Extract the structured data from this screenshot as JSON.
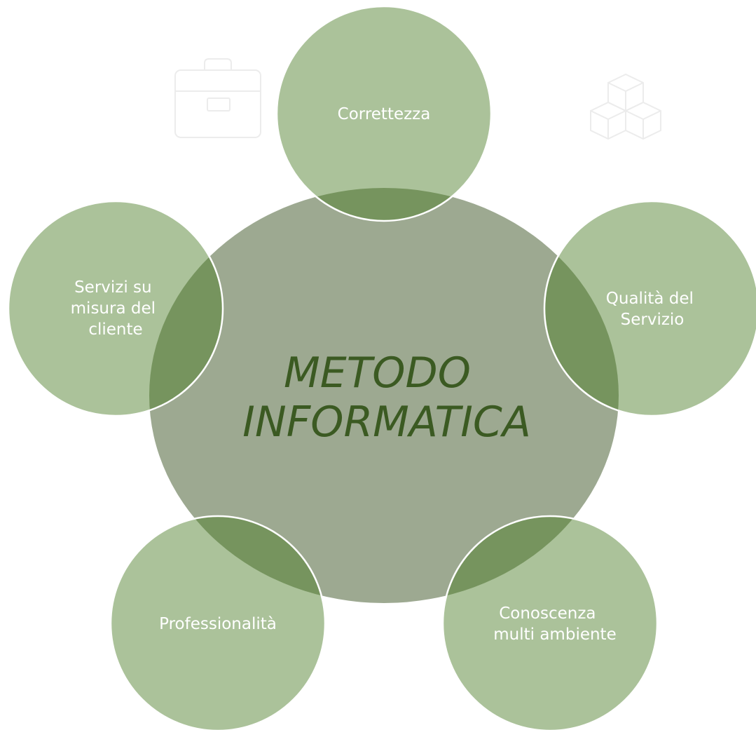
{
  "center": {
    "lines": [
      "METODO",
      "INFORMATICA"
    ],
    "fill_color": "#9da991",
    "text_color": "#3b5a22"
  },
  "satellites": [
    {
      "id": "correttezza",
      "lines": [
        "Correttezza"
      ]
    },
    {
      "id": "qualita",
      "lines": [
        "Qualità del",
        "Servizio"
      ]
    },
    {
      "id": "conoscenza",
      "lines": [
        "Conoscenza",
        "multi ambiente"
      ]
    },
    {
      "id": "professionalita",
      "lines": [
        "Professionalità"
      ]
    },
    {
      "id": "servizi",
      "lines": [
        "Servizi su",
        "misura del",
        "cliente"
      ]
    }
  ],
  "colors": {
    "satellite_fill": "#abc29a",
    "overlap_fill": "#76945e",
    "satellite_text": "#ffffff",
    "outline": "#ffffff",
    "background_icon": "#f0f0f0"
  },
  "icons": [
    "briefcase-icon",
    "cubes-icon"
  ]
}
